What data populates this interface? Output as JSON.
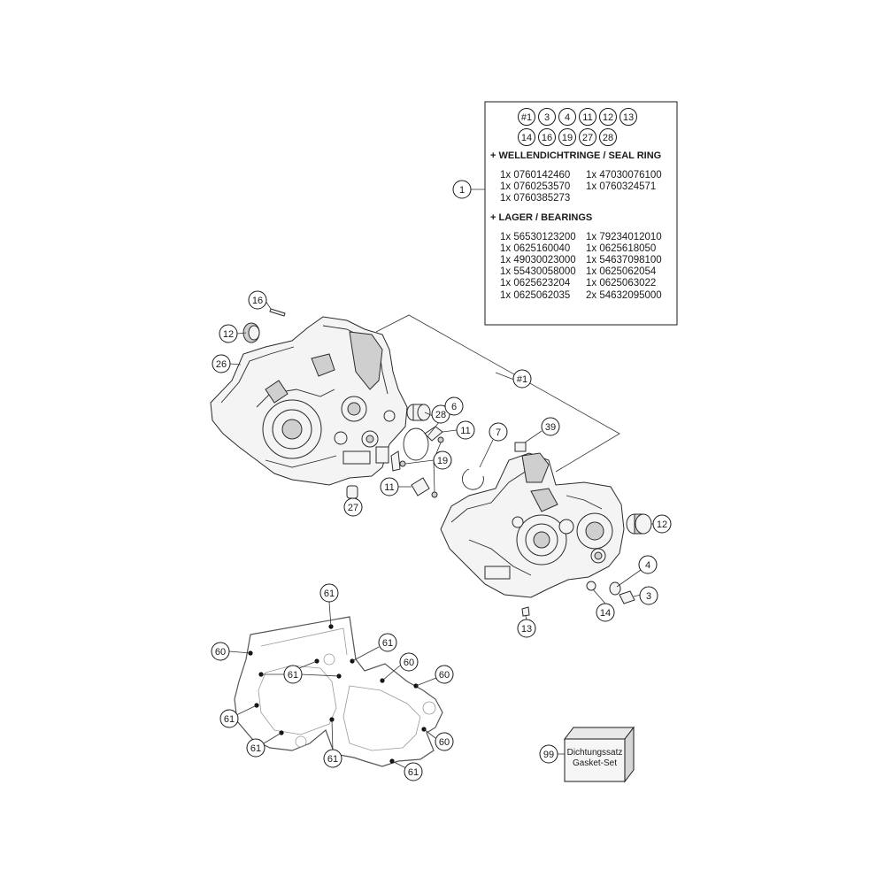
{
  "info_box": {
    "ref_row1": [
      "#1",
      "3",
      "4",
      "11",
      "12",
      "13"
    ],
    "ref_row2": [
      "14",
      "16",
      "19",
      "27",
      "28"
    ],
    "seal_heading": "+ WELLENDICHTRINGE / SEAL RING",
    "seal_rows": [
      [
        "1x 0760142460",
        "1x 47030076100"
      ],
      [
        "1x 0760253570",
        "1x 0760324571"
      ],
      [
        "1x 0760385273",
        ""
      ]
    ],
    "bearing_heading": "+ LAGER / BEARINGS",
    "bearing_rows": [
      [
        "1x 56530123200",
        "1x 79234012010"
      ],
      [
        "1x 0625160040",
        "1x 0625618050"
      ],
      [
        "1x 49030023000",
        "1x 54637098100"
      ],
      [
        "1x 55430058000",
        "1x 0625062054"
      ],
      [
        "1x 0625623204",
        "1x 0625063022"
      ],
      [
        "1x 0625062035",
        "2x 54632095000"
      ]
    ]
  },
  "callouts": {
    "c1": "1",
    "c16": "16",
    "c12a": "12",
    "c26": "26",
    "c1hash": "#1",
    "c28": "28",
    "c6": "6",
    "c11a": "11",
    "c7": "7",
    "c39": "39",
    "c19": "19",
    "c11b": "11",
    "c27": "27",
    "c12b": "12",
    "c4": "4",
    "c3": "3",
    "c14": "14",
    "c13": "13",
    "g61a": "61",
    "g60a": "60",
    "g61b": "61",
    "g61c": "61",
    "g60b": "60",
    "g60c": "60",
    "g61d": "61",
    "g60d": "60",
    "g61e": "61",
    "g61f": "61",
    "g61g": "61",
    "c99": "99"
  },
  "gasket_kit": {
    "line1": "Dichtungssatz",
    "line2": "Gasket-Set"
  }
}
